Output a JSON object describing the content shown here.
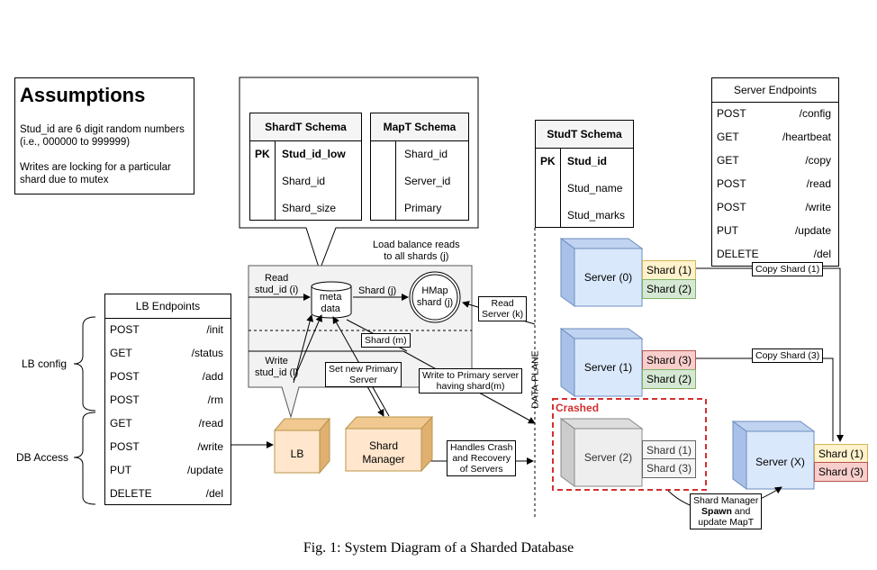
{
  "assumptions": {
    "title": "Assumptions",
    "line1": "Stud_id are 6 digit random numbers",
    "line2": "(i.e., 000000 to 999999)",
    "line3": "Writes are locking for a particular",
    "line4": "shard due to mutex"
  },
  "shardt": {
    "title": "ShardT Schema",
    "pk": "PK",
    "key": "Stud_id_low",
    "f1": "Shard_id",
    "f2": "Shard_size"
  },
  "mapt": {
    "title": "MapT Schema",
    "f0": "Shard_id",
    "f1": "Server_id",
    "f2": "Primary"
  },
  "studt": {
    "title": "StudT Schema",
    "pk": "PK",
    "key": "Stud_id",
    "f1": "Stud_name",
    "f2": "Stud_marks"
  },
  "server_endpoints": {
    "title": "Server Endpoints",
    "rows": [
      {
        "m": "POST",
        "p": "/config"
      },
      {
        "m": "GET",
        "p": "/heartbeat"
      },
      {
        "m": "GET",
        "p": "/copy"
      },
      {
        "m": "POST",
        "p": "/read"
      },
      {
        "m": "POST",
        "p": "/write"
      },
      {
        "m": "PUT",
        "p": "/update"
      },
      {
        "m": "DELETE",
        "p": "/del"
      }
    ]
  },
  "lb_endpoints": {
    "title": "LB Endpoints",
    "rows": [
      {
        "m": "POST",
        "p": "/init"
      },
      {
        "m": "GET",
        "p": "/status"
      },
      {
        "m": "POST",
        "p": "/add"
      },
      {
        "m": "POST",
        "p": "/rm"
      },
      {
        "m": "GET",
        "p": "/read"
      },
      {
        "m": "POST",
        "p": "/write"
      },
      {
        "m": "PUT",
        "p": "/update"
      },
      {
        "m": "DELETE",
        "p": "/del"
      }
    ]
  },
  "groups": {
    "lb_config": "LB config",
    "db_access": "DB Access"
  },
  "flow": {
    "read_label1": "Read",
    "read_label2": "stud_id (i)",
    "write_label1": "Write",
    "write_label2": "stud_id (l)",
    "metadata1": "meta",
    "metadata2": "data",
    "shard_j": "Shard (j)",
    "hmap1": "HMap",
    "hmap2": "shard (j)",
    "load_balance1": "Load balance reads",
    "load_balance2": "to all shards (j)",
    "read_server1": "Read",
    "read_server2": "Server (k)",
    "shard_m": "Shard (m)",
    "set_primary1": "Set new Primary",
    "set_primary2": "Server",
    "write_primary1": "Write to Primary server",
    "write_primary2": "having shard(m)",
    "handles1": "Handles Crash",
    "handles2": "and Recovery",
    "handles3": "of Servers",
    "data_plane": "DATA-PLANE"
  },
  "components": {
    "lb": "LB",
    "shard_manager1": "Shard",
    "shard_manager2": "Manager"
  },
  "servers": {
    "s0": "Server (0)",
    "s1": "Server (1)",
    "s2": "Server (2)",
    "sx": "Server (X)",
    "s0_a": "Shard (1)",
    "s0_b": "Shard (2)",
    "s1_a": "Shard (3)",
    "s1_b": "Shard (2)",
    "s2_a": "Shard (1)",
    "s2_b": "Shard (3)",
    "sx_a": "Shard (1)",
    "sx_b": "Shard (3)",
    "crashed": "Crashed",
    "copy1": "Copy Shard (1)",
    "copy3": "Copy Shard (3)",
    "spawn1": "Shard Manager",
    "spawn2": "Spawn",
    "spawn2b": " and",
    "spawn3": "update MapT"
  },
  "caption": "Fig. 1: System Diagram of a Sharded Database",
  "colors": {
    "server_blue": "#dae8fc",
    "server_grey": "#eeeeee",
    "manager_orange": "#ffe6cc",
    "shard_yellow": "#fff2cc",
    "shard_green": "#d5e8d4",
    "shard_red": "#f8cecc",
    "crashed_red": "#d32f2f"
  }
}
